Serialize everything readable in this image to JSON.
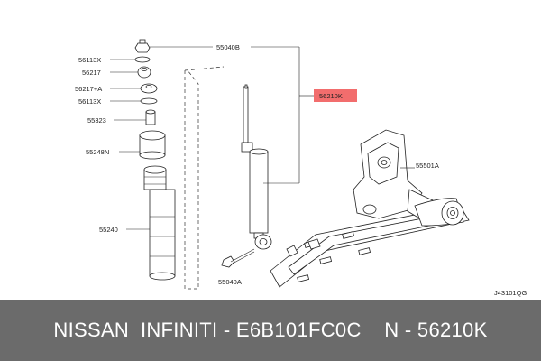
{
  "labels": {
    "nut_top": "55040B",
    "washer_upper": "56113X",
    "bushing_upper": "56217",
    "bushing_lower": "56217+A",
    "washer_lower": "56113X",
    "distance_tube": "55323",
    "bound_bumper": "55248N",
    "dust_boot": "55240",
    "absorber": "56210K",
    "bracket": "55501A",
    "bolt": "55040A",
    "ref_code": "J43101QG"
  },
  "colors": {
    "highlight": "#f26d6d",
    "banner": "#6b6b6b",
    "banner_text": "#ffffff"
  },
  "banner": {
    "text": "NISSAN  INFINITI - E6B101FC0C    N - 56210K"
  }
}
